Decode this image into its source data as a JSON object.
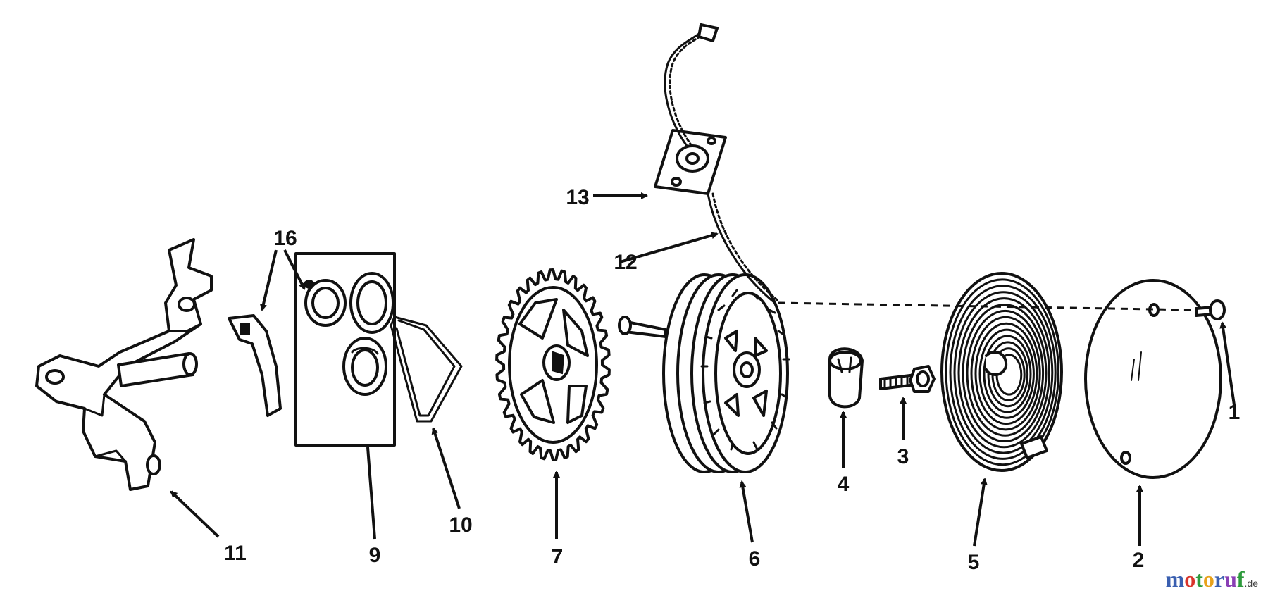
{
  "diagram": {
    "callouts": {
      "c1": "1",
      "c2": "2",
      "c3": "3",
      "c4": "4",
      "c5": "5",
      "c6": "6",
      "c7": "7",
      "c9": "9",
      "c10": "10",
      "c11": "11",
      "c12": "12",
      "c13": "13",
      "c16": "16"
    }
  },
  "watermark": {
    "letters": [
      "m",
      "o",
      "t",
      "o",
      "r",
      "u",
      "f"
    ],
    "letter_colors": [
      "#3a5fb0",
      "#d9342b",
      "#2d9a3c",
      "#e8a21c",
      "#3a5fb0",
      "#8a3fb5",
      "#2d9a3c"
    ],
    "suffix": ".de"
  }
}
